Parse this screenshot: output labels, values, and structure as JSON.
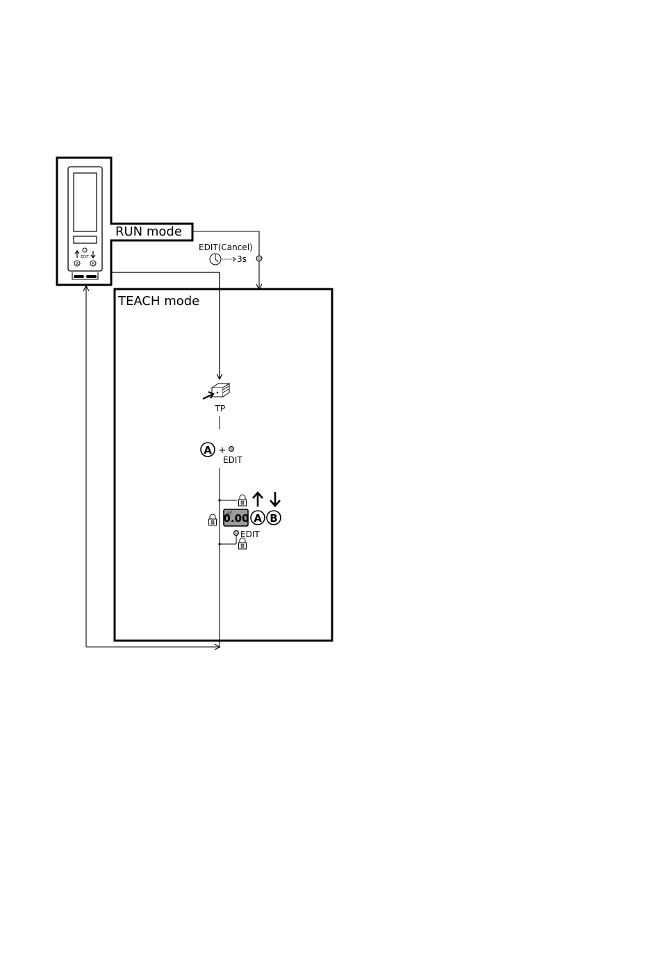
{
  "modes": {
    "run": "RUN mode",
    "teach": "TEACH mode"
  },
  "device": {
    "edit_label": "EDIT",
    "button_a": "A",
    "button_b": "B"
  },
  "cancel_path": {
    "label": "EDIT(Cancel)",
    "timer": "3s"
  },
  "teach_point": {
    "label": "TP"
  },
  "start_step": {
    "button": "A",
    "plus": "+",
    "edit": "EDIT"
  },
  "value_step": {
    "value": "0.00",
    "button_a": "A",
    "button_b": "B",
    "edit": "EDIT"
  },
  "colors": {
    "line": "#000000",
    "indicator": "#b4b4b4",
    "display": "#9a9a9a"
  }
}
